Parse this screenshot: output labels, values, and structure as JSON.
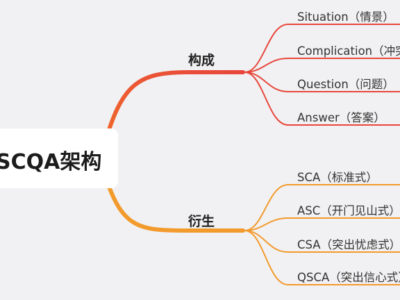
{
  "root": {
    "label": "SCQA架构"
  },
  "branches": [
    {
      "label": "构成",
      "color": "#e8463b",
      "leaves": [
        "Situation（情景）",
        "Complication（冲突）",
        "Question（问题）",
        "Answer（答案）"
      ]
    },
    {
      "label": "衍生",
      "color": "#f39a2c",
      "leaves": [
        "SCA（标准式）",
        "ASC（开门见山式）",
        "CSA（突出忧虑式）",
        "QSCA（突出信心式）"
      ]
    }
  ]
}
